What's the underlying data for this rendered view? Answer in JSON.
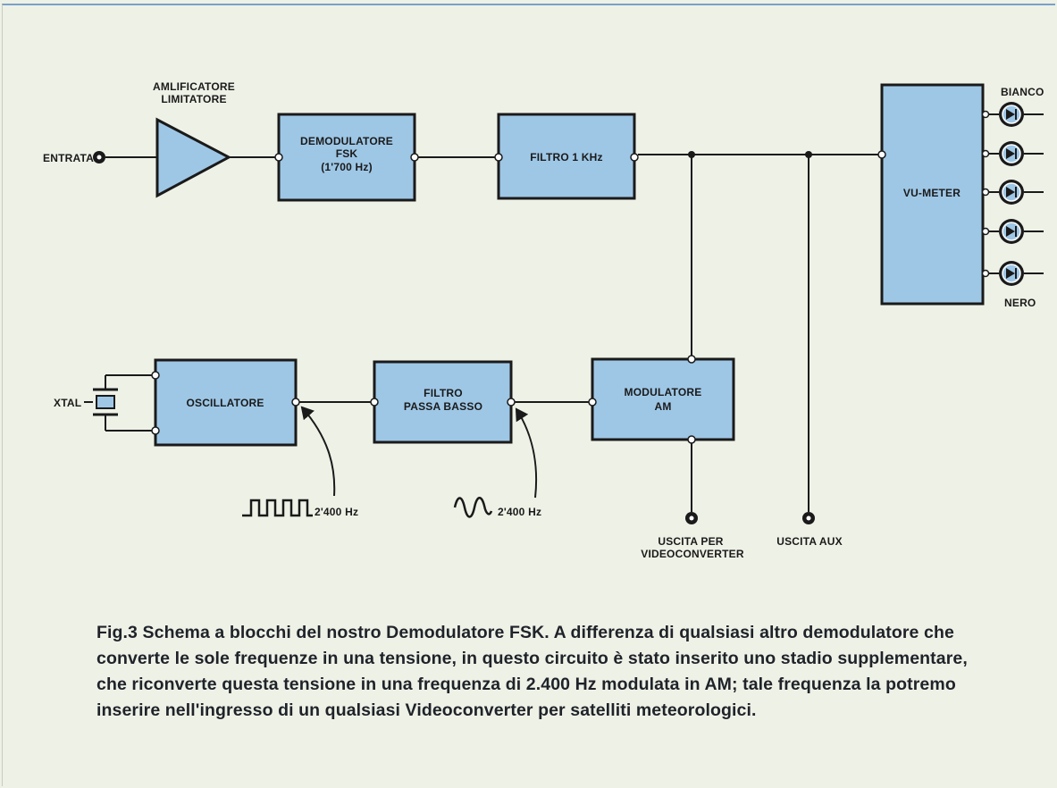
{
  "diagram": {
    "nodes": {
      "entrata": {
        "label": "ENTRATA"
      },
      "amplifier": {
        "label_line1": "AMLIFICATORE",
        "label_line2": "LIMITATORE"
      },
      "demodulatore": {
        "line1": "DEMODULATORE",
        "line2": "FSK",
        "line3": "(1'700 Hz)"
      },
      "filtro1k": {
        "label": "FILTRO 1 KHz"
      },
      "vumeter": {
        "label": "VU-METER",
        "top_label": "BIANCO",
        "bottom_label": "NERO"
      },
      "xtal": {
        "label": "XTAL"
      },
      "oscillatore": {
        "label": "OSCILLATORE"
      },
      "filtro_passa_basso": {
        "line1": "FILTRO",
        "line2": "PASSA BASSO"
      },
      "modulatore_am": {
        "line1": "MODULATORE",
        "line2": "AM"
      },
      "uscita_video": {
        "line1": "USCITA PER",
        "line2": "VIDEOCONVERTER"
      },
      "uscita_aux": {
        "label": "USCITA AUX"
      }
    },
    "annotations": {
      "square_wave": {
        "label": "2'400 Hz",
        "icon": "square-wave-icon"
      },
      "sine_wave": {
        "label": "2'400 Hz",
        "icon": "sine-wave-icon"
      }
    },
    "colors": {
      "block_fill": "#9ec7e6",
      "line": "#1a1a1a",
      "background": "#eef1e6"
    }
  },
  "caption": "Fig.3 Schema a blocchi del nostro Demodulatore FSK. A differenza di qualsiasi altro demodulatore che converte le sole frequenze in una tensione, in questo circuito è stato inserito uno stadio supplementare, che riconverte questa tensione in una frequenza di 2.400 Hz modulata in AM; tale frequenza la potremo inserire nell'ingresso di un qualsiasi Videoconverter per satelliti meteorologici."
}
